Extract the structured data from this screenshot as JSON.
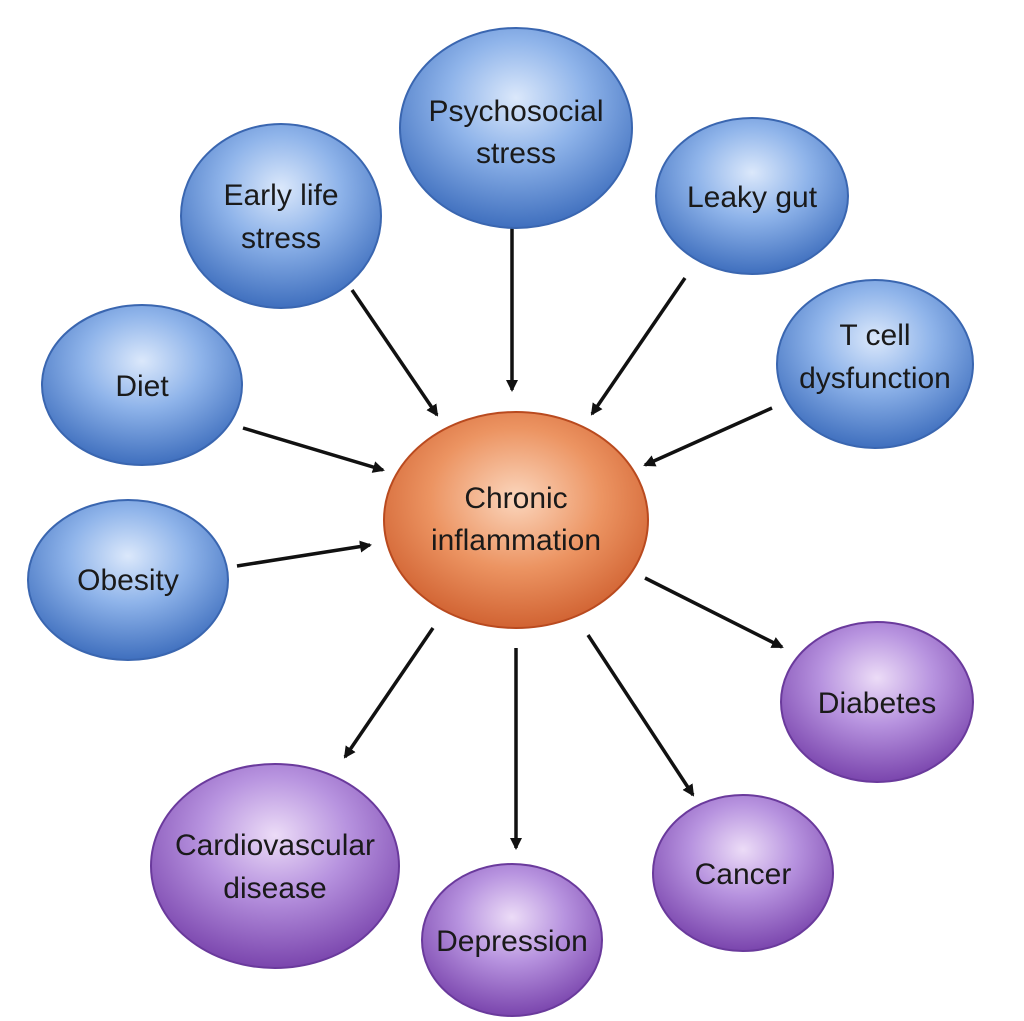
{
  "center": {
    "label_lines": [
      "Chronic",
      "inflammation"
    ],
    "color": "#e07a4a"
  },
  "causes": [
    {
      "key": "psychosocial-stress",
      "label_lines": [
        "Psychosocial",
        "stress"
      ]
    },
    {
      "key": "early-life-stress",
      "label_lines": [
        "Early life",
        "stress"
      ]
    },
    {
      "key": "leaky-gut",
      "label_lines": [
        "Leaky gut"
      ]
    },
    {
      "key": "t-cell-dysfunction",
      "label_lines": [
        "T cell",
        "dysfunction"
      ]
    },
    {
      "key": "diet",
      "label_lines": [
        "Diet"
      ]
    },
    {
      "key": "obesity",
      "label_lines": [
        "Obesity"
      ]
    }
  ],
  "outcomes": [
    {
      "key": "diabetes",
      "label_lines": [
        "Diabetes"
      ]
    },
    {
      "key": "cardiovascular-disease",
      "label_lines": [
        "Cardiovascular",
        "disease"
      ]
    },
    {
      "key": "depression",
      "label_lines": [
        "Depression"
      ]
    },
    {
      "key": "cancer",
      "label_lines": [
        "Cancer"
      ]
    }
  ],
  "colors": {
    "cause": "#5b8fd6",
    "outcome": "#9566c4",
    "arrow": "#111111"
  }
}
